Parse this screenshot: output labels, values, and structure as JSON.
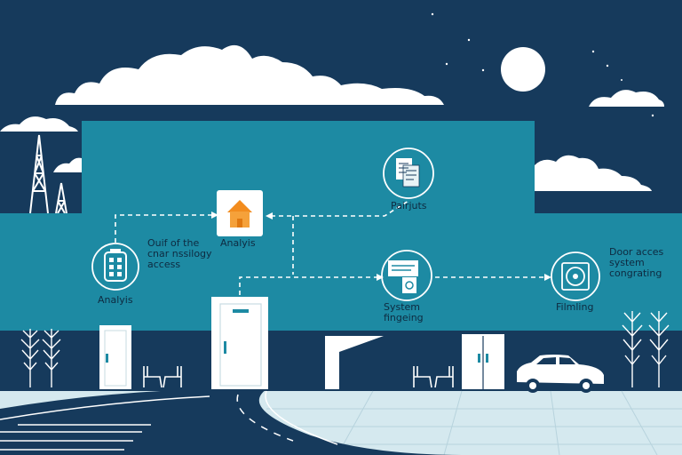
{
  "colors": {
    "sky": "#163a5c",
    "panel": "#1d8aa3",
    "panel_dark": "#177a93",
    "cloud": "#ffffff",
    "ground": "#d5e9ef",
    "road": "#163a5c",
    "accent_orange": "#f28c1e",
    "label_text": "#0e2a40"
  },
  "diagram": {
    "nodes": [
      {
        "id": "analysis-top",
        "label": "Analyis",
        "icon": "house-icon"
      },
      {
        "id": "pairjuts",
        "label": "Pairjuts",
        "icon": "documents-icon"
      },
      {
        "id": "analysis-left",
        "label": "Analyis",
        "icon": "remote-control-icon"
      },
      {
        "id": "system",
        "label_lines": [
          "System",
          "fingeing"
        ],
        "icon": "computer-screen-icon"
      },
      {
        "id": "filmling",
        "label": "Filmling",
        "icon": "disk-icon"
      }
    ],
    "annotations": {
      "left_note_lines": [
        "Ouif of the",
        "cnar nssilogy",
        "access"
      ],
      "right_note_lines": [
        "Door acces",
        "system",
        "congrating"
      ]
    }
  }
}
